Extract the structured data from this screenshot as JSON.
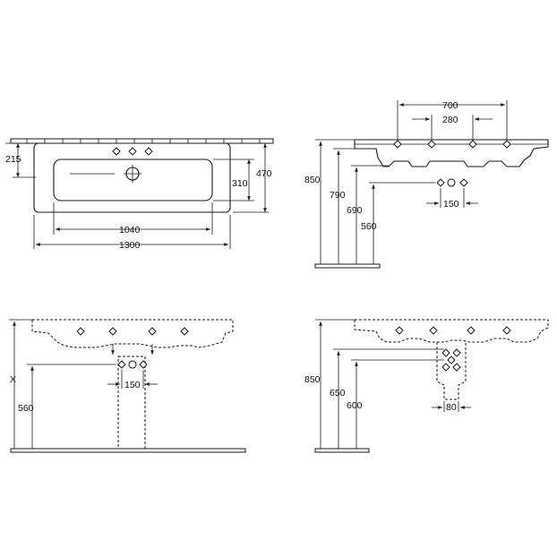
{
  "views": {
    "top": {
      "width_1040": "1040",
      "width_1300": "1300",
      "height_215": "215",
      "height_470": "470",
      "height_310": "310"
    },
    "side": {
      "width_700": "700",
      "width_280": "280",
      "height_850": "850",
      "height_790": "790",
      "height_690": "690",
      "height_560": "560",
      "width_150": "150"
    },
    "front_install": {
      "height_x": "X",
      "height_560": "560",
      "width_150": "150"
    },
    "side_install": {
      "height_850": "850",
      "height_650": "650",
      "height_600": "600",
      "width_80": "80"
    }
  }
}
